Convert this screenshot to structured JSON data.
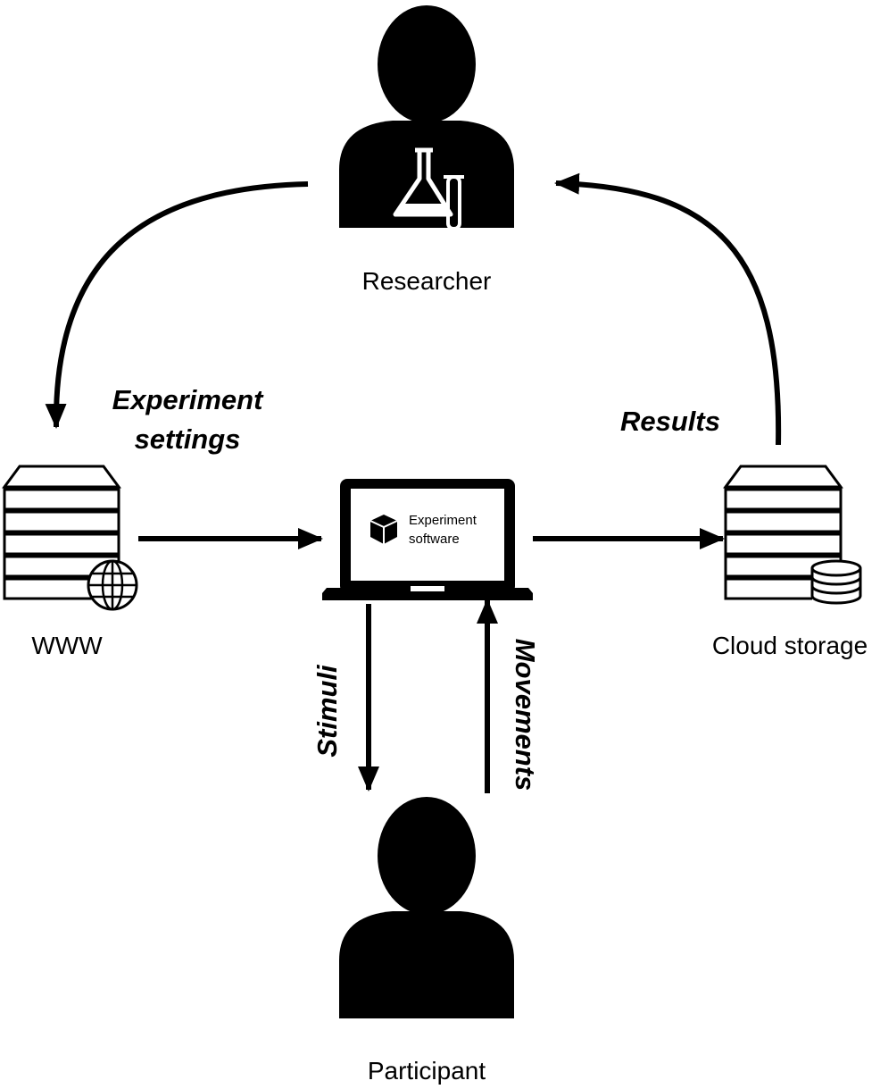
{
  "nodes": {
    "researcher": {
      "label": "Researcher",
      "icon": "researcher-icon"
    },
    "www": {
      "label": "WWW",
      "icon": "web-server-icon"
    },
    "laptop": {
      "label_line1": "Experiment",
      "label_line2": "software",
      "icon": "laptop-icon"
    },
    "cloud": {
      "label": "Cloud storage",
      "icon": "cloud-server-icon"
    },
    "participant": {
      "label": "Participant",
      "icon": "participant-icon"
    }
  },
  "edges": {
    "settings": {
      "line1": "Experiment",
      "line2": "settings"
    },
    "results": {
      "label": "Results"
    },
    "stimuli": {
      "label": "Stimuli"
    },
    "movements": {
      "label": "Movements"
    }
  },
  "colors": {
    "ink": "#000000",
    "background": "#ffffff"
  }
}
